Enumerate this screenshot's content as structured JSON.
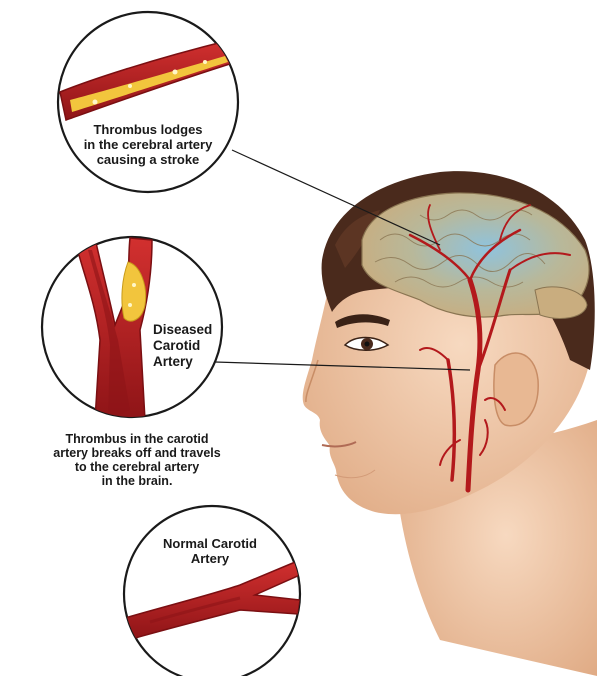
{
  "labels": {
    "thrombus_lodges": [
      "Thrombus lodges",
      "in the cerebral artery",
      "causing a stroke"
    ],
    "diseased": [
      "Diseased",
      "Carotid",
      "Artery"
    ],
    "breaks_off": [
      "Thrombus in the carotid",
      "artery breaks off and travels",
      "to the cerebral artery",
      "in the brain."
    ],
    "normal": [
      "Normal Carotid",
      "Artery"
    ]
  },
  "colors": {
    "artery_red": "#b3191c",
    "artery_dark": "#7a0f12",
    "plaque_yellow": "#f2c53d",
    "brain_tan": "#c9b48a",
    "brain_blue": "#7fb7d6",
    "skin": "#efc8a8",
    "hair": "#4a2a1c"
  }
}
